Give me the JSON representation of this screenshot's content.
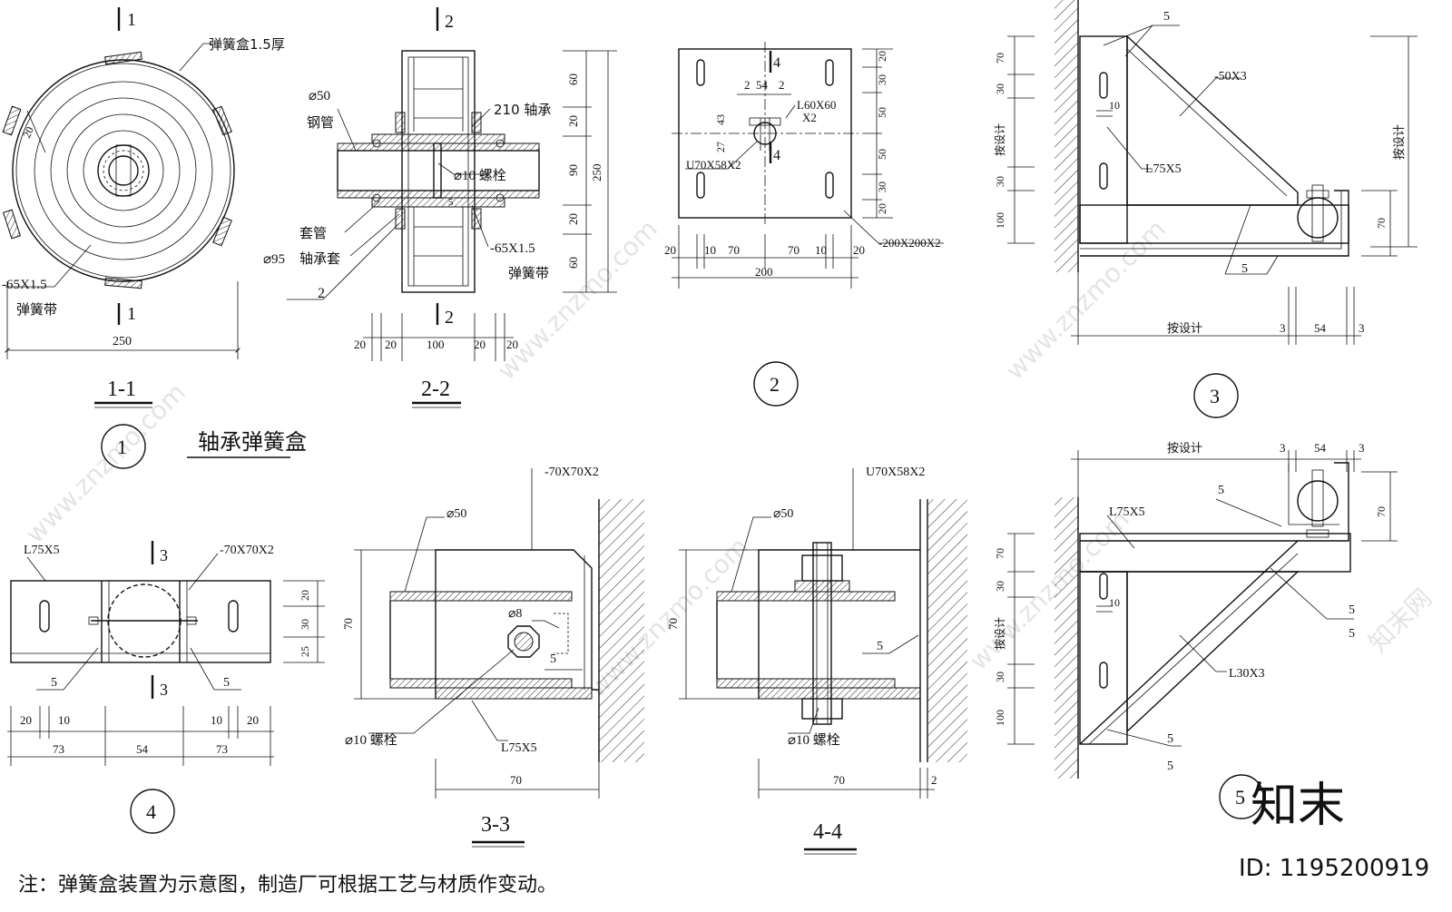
{
  "note": "注：弹簧盒装置为示意图，制造厂可根据工艺与材质作变动。",
  "watermark": {
    "site": "www.znzmo.com",
    "brand": "知末网",
    "logo": "知末",
    "id": "ID: 1195200919"
  },
  "detail1": {
    "number": "1",
    "title": "轴承弹簧盒",
    "section11": {
      "caption": "1-1",
      "cut": "1",
      "box": "弹簧盒1.5厚",
      "strap_size": "-65X1.5",
      "strap": "弹簧带",
      "dim20": "20",
      "dim250": "250"
    },
    "section22": {
      "caption": "2-2",
      "cut": "2",
      "pipe_d": "⌀50",
      "pipe": "钢管",
      "bearing": "210 轴承",
      "bolt": "⌀10 螺栓",
      "sleeve": "套管",
      "sleeve_d": "⌀95",
      "bearing_sleeve": "轴承套",
      "strap_size": "-65X1.5",
      "strap": "弹簧带",
      "ref": "2",
      "dim5": "5",
      "vdims": [
        "60",
        "20",
        "90",
        "20",
        "60"
      ],
      "vtotal": "250",
      "hdims": [
        "20",
        "20",
        "100",
        "20",
        "20"
      ]
    }
  },
  "detail2": {
    "number": "2",
    "cut": "4",
    "angle": "L60X60",
    "angle_x": "X2",
    "channel": "U70X58X2",
    "plate": "-200X200X2",
    "top": [
      "2",
      "54",
      "2"
    ],
    "side": [
      "43",
      "27"
    ],
    "vdims": [
      "20",
      "30",
      "50",
      "50",
      "30",
      "20"
    ],
    "hdims": [
      "20",
      "10",
      "70",
      "70",
      "10",
      "20"
    ],
    "htotal": "200"
  },
  "detail3": {
    "number": "3",
    "weld": "5",
    "flat": "-50X3",
    "angle": "L75X5",
    "d10": "10",
    "vdims": [
      "70",
      "30",
      "按设计",
      "30",
      "100"
    ],
    "right": "按设计",
    "r70": "70",
    "bottom": [
      "按设计",
      "3",
      "54",
      "3"
    ]
  },
  "detail4": {
    "number": "4",
    "angle": "L75X5",
    "plate": "-70X70X2",
    "cut": "3",
    "weld": "5",
    "vdims": [
      "20",
      "30",
      "25"
    ],
    "hdims": [
      "20",
      "10",
      "73",
      "54",
      "73",
      "10",
      "20"
    ]
  },
  "section33": {
    "caption": "3-3",
    "plate": "-70X70X2",
    "pipe": "⌀50",
    "rod": "⌀8",
    "weld": "5",
    "bolt": "⌀10 螺栓",
    "angle": "L75X5",
    "v70": "70",
    "h70": "70"
  },
  "section44": {
    "caption": "4-4",
    "channel": "U70X58X2",
    "pipe": "⌀50",
    "weld": "5",
    "bolt": "⌀10 螺栓",
    "v70": "70",
    "h70": "70",
    "h2": "2"
  },
  "detail5": {
    "number": "5",
    "top": [
      "按设计",
      "3",
      "54",
      "3"
    ],
    "weld": "5",
    "angle": "L75X5",
    "angle2": "L30X3",
    "d10": "10",
    "r70": "70",
    "vdims": [
      "70",
      "30",
      "按设计",
      "30",
      "100"
    ]
  }
}
